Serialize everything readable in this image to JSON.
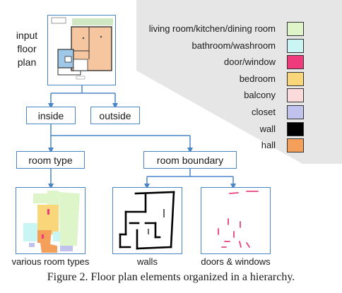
{
  "input_label": "input floor plan",
  "legend": [
    {
      "label": "living room/kitchen/dining room",
      "color": "#ddf5c8"
    },
    {
      "label": "bathroom/washroom",
      "color": "#c9f5f5"
    },
    {
      "label": "door/window",
      "color": "#ef3a7c"
    },
    {
      "label": "bedroom",
      "color": "#fad67a"
    },
    {
      "label": "balcony",
      "color": "#fadada"
    },
    {
      "label": "closet",
      "color": "#c1c3ee"
    },
    {
      "label": "wall",
      "color": "#000000"
    },
    {
      "label": "hall",
      "color": "#f5a05a"
    }
  ],
  "nodes": {
    "inside": "inside",
    "outside": "outside",
    "room_type": "room type",
    "room_boundary": "room boundary"
  },
  "outputs": {
    "room_types": "various room types",
    "walls": "walls",
    "doors_windows": "doors & windows"
  },
  "caption": "Figure 2. Floor plan elements organized in a hierarchy.",
  "colors": {
    "box_border": "#4a86c5",
    "connector": "#4a86c5",
    "legend_panel": "#e6e6e6"
  }
}
